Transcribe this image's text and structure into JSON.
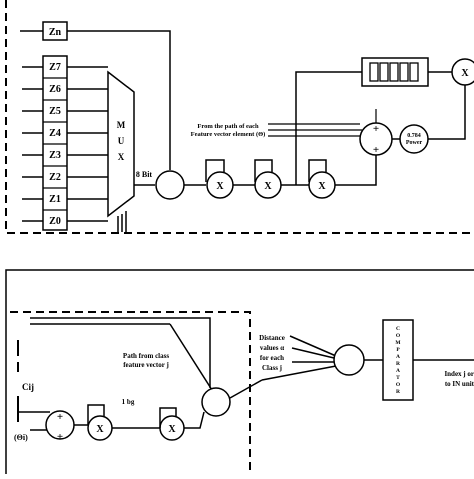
{
  "registers": [
    "Zn",
    "Z7",
    "Z6",
    "Z5",
    "Z4",
    "Z3",
    "Z2",
    "Z1",
    "Z0"
  ],
  "mux_label": "M U X",
  "mux_width_label": "8 Bit",
  "top_multipliers": [
    "X",
    "X",
    "X"
  ],
  "feature_path_label": [
    "From the path of each",
    "Feature vector element (Θ)"
  ],
  "adder_signs": {
    "top": "+",
    "bottom": "+"
  },
  "power_label": [
    "0.784",
    "Power"
  ],
  "right_multiplier": "X",
  "class_label": "Cij",
  "path_label": [
    "Path from class",
    "feature vector j"
  ],
  "log_label": "1 bg",
  "bottom_multipliers": [
    "X",
    "X"
  ],
  "bottom_adder_signs": {
    "top": "+",
    "bottom": "+"
  },
  "theta_label": "(Θi)",
  "distance_label": [
    "Distance",
    "values α",
    "for each",
    "Class j"
  ],
  "comparator_label": "COMPARATOR",
  "output_label": [
    "Index j or",
    "to IN unit"
  ]
}
